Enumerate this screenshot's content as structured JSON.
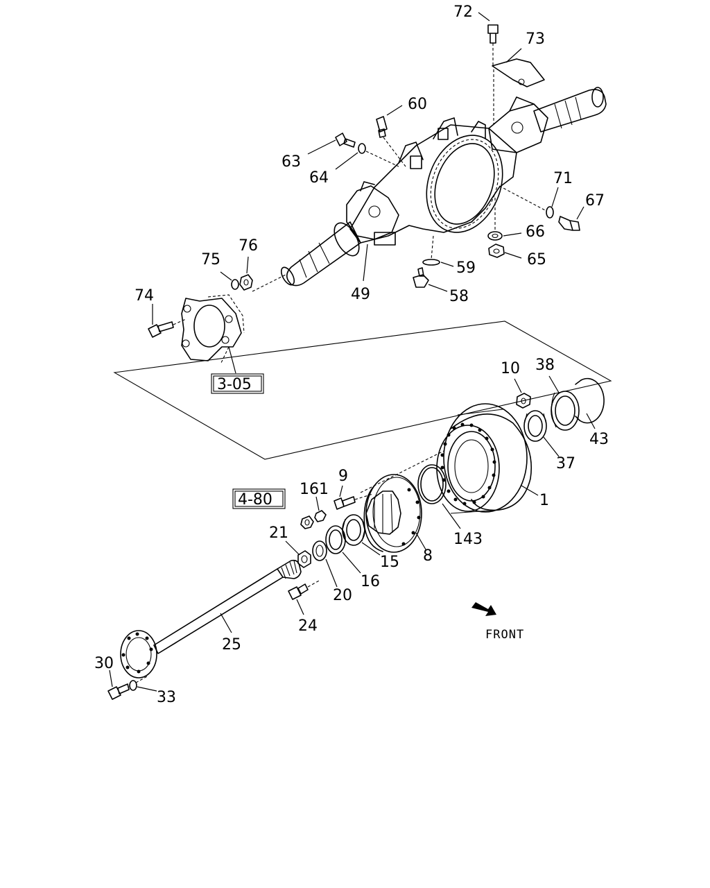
{
  "parts": {
    "p72": "72",
    "p73": "73",
    "p60": "60",
    "p63": "63",
    "p64": "64",
    "p71": "71",
    "p67": "67",
    "p66": "66",
    "p65": "65",
    "p59": "59",
    "p58": "58",
    "p49": "49",
    "p75": "75",
    "p76": "76",
    "p74": "74",
    "p10": "10",
    "p38": "38",
    "p43": "43",
    "p37": "37",
    "p1": "1",
    "p9": "9",
    "p161": "161",
    "p21": "21",
    "p143": "143",
    "p8": "8",
    "p15": "15",
    "p16": "16",
    "p20": "20",
    "p24": "24",
    "p25": "25",
    "p30": "30",
    "p33": "33"
  },
  "references": {
    "ref_305": "3-05",
    "ref_480": "4-80"
  },
  "direction_label": "FRONT"
}
